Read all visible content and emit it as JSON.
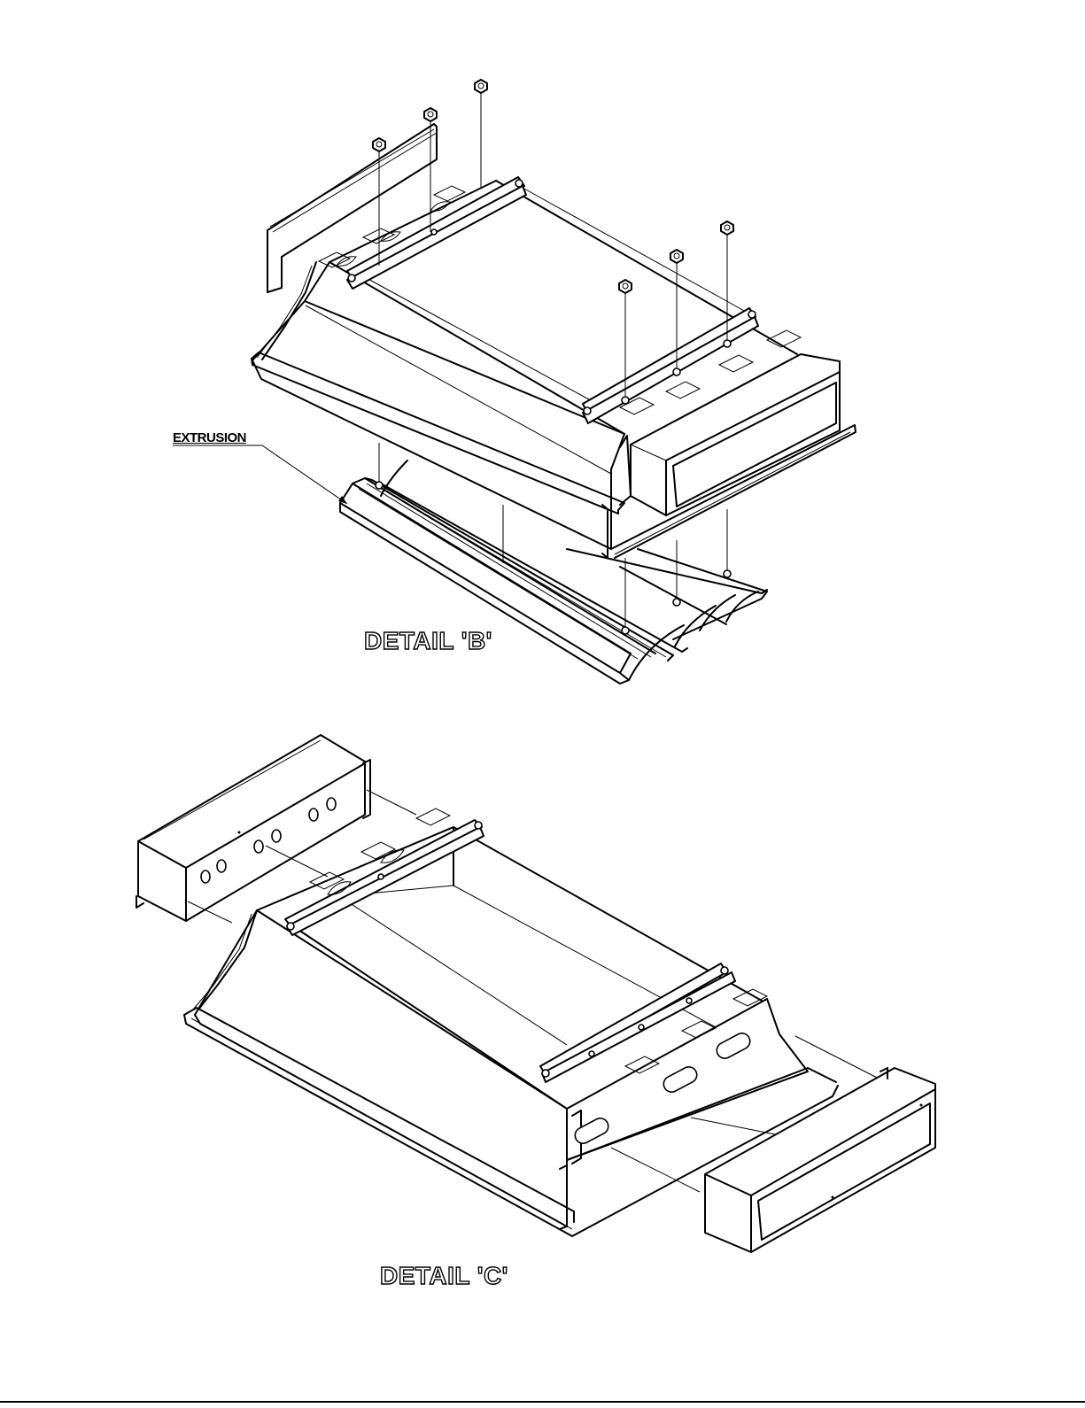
{
  "callouts": {
    "extrusion": "EXTRUSION"
  },
  "details": {
    "b": "DETAIL 'B'",
    "c": "DETAIL 'C'"
  }
}
